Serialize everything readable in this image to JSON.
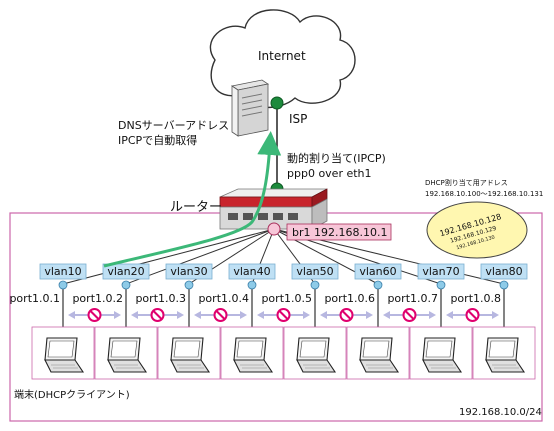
{
  "internet_label": "Internet",
  "isp_label": "ISP",
  "dns_note": [
    "DNSサーバーアドレス",
    "IPCPで自動取得"
  ],
  "ipcp_note": [
    "動的割り当て(IPCP)",
    "ppp0 over eth1"
  ],
  "router_label": "ルーター",
  "bridge_label": "br1  192.168.10.1",
  "dhcp_title": [
    "DHCP割り当て用アドレス",
    "192.168.10.100～192.168.10.131"
  ],
  "dhcp_pool": [
    "192.168.10.128",
    "192.168.10.129",
    "192.168.10.130"
  ],
  "vlans": [
    "vlan10",
    "vlan20",
    "vlan30",
    "vlan40",
    "vlan50",
    "vlan60",
    "vlan70",
    "vlan80"
  ],
  "ports": [
    "port1.0.1",
    "port1.0.2",
    "port1.0.3",
    "port1.0.4",
    "port1.0.5",
    "port1.0.6",
    "port1.0.7",
    "port1.0.8"
  ],
  "clients_label": "端末(DHCPクライアント)",
  "subnet_label": "192.168.10.0/24",
  "colors": {
    "lan_border": "#cc66aa",
    "vlan_fill": "#bfe0f4",
    "vlan_border": "#7ab0d0",
    "port_dot": "#8ecbe8",
    "isp_dot": "#1c8a3c",
    "route_arrow": "#3cb878",
    "block_icon": "#e0006e",
    "block_arrow": "#b7b7e0",
    "bridge_fill": "#f7c6d8",
    "pool_fill": "#fff7b0",
    "router_accent": "#c8242c"
  }
}
